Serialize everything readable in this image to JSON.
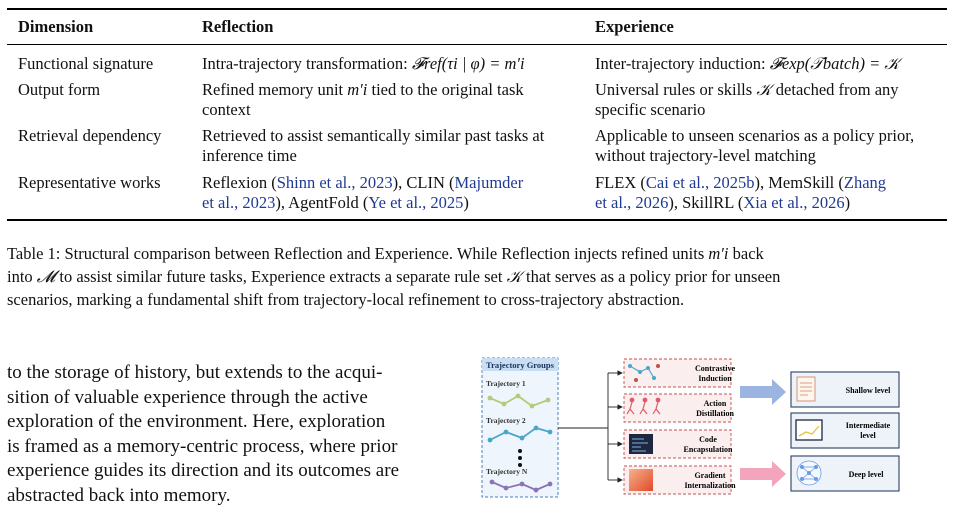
{
  "table": {
    "headers": [
      "Dimension",
      "Reflection",
      "Experience"
    ],
    "rows": [
      {
        "dimension": "Functional signature",
        "reflection_pre": "Intra-trajectory transformation: ",
        "reflection_formula": "𝓕ref(τi | φ) = m′i",
        "experience_pre": "Inter-trajectory induction: ",
        "experience_formula": "𝓕exp(𝒯batch) = 𝒦"
      },
      {
        "dimension": "Output form",
        "reflection_line1_a": "Refined memory unit ",
        "reflection_line1_m": "m′i",
        "reflection_line1_b": " tied to the original task",
        "reflection_line2": "context",
        "experience_line1_a": "Universal rules or skills ",
        "experience_line1_m": "𝒦",
        "experience_line1_b": " detached from any",
        "experience_line2": "specific scenario"
      },
      {
        "dimension": "Retrieval dependency",
        "reflection_line1": "Retrieved to assist semantically similar past tasks at",
        "reflection_line2": "inference time",
        "experience_line1": "Applicable to unseen scenarios as a policy prior,",
        "experience_line2": "without trajectory-level matching"
      },
      {
        "dimension": "Representative works",
        "r1_a": "Reflexion (",
        "r1_c1": "Shinn et al., 2023",
        "r1_b": "), CLIN (",
        "r1_c2": "Majumder",
        "r2_c2": "et al., 2023",
        "r2_a": "), AgentFold (",
        "r2_c3": "Ye et al., 2025",
        "r2_b": ")",
        "e1_a": "FLEX (",
        "e1_c1": "Cai et al., 2025b",
        "e1_b": "), MemSkill (",
        "e1_c2": "Zhang",
        "e2_c2": "et al., 2026",
        "e2_a": "), SkillRL (",
        "e2_c3": "Xia et al., 2026",
        "e2_b": ")"
      }
    ]
  },
  "caption": {
    "l1_a": "Table 1: Structural comparison between Reflection and Experience. While Reflection injects refined units ",
    "l1_m": "m′i",
    "l1_b": " back",
    "l2_a": "into ",
    "l2_m": "𝓜",
    "l2_b": " to assist similar future tasks, Experience extracts a separate rule set ",
    "l2_m2": "𝒦",
    "l2_c": " that serves as a policy prior for unseen",
    "l3": "scenarios, marking a fundamental shift from trajectory-local refinement to cross-trajectory abstraction."
  },
  "body_lines": [
    "to the storage of history, but extends to the acqui-",
    "sition of valuable experience through the active",
    "exploration of the environment. Here, exploration",
    "is framed as a memory-centric process, where prior",
    "experience guides its direction and its outcomes are",
    "abstracted back into memory."
  ],
  "figure": {
    "groups_title": "Trajectory Groups",
    "trajectories": [
      "Trajectory 1",
      "Trajectory 2",
      "Trajectory N"
    ],
    "methods": [
      {
        "l1": "Contrastive",
        "l2": "Induction"
      },
      {
        "l1": "Action",
        "l2": "Distillation"
      },
      {
        "l1": "Code",
        "l2": "Encapsulation"
      },
      {
        "l1": "Gradient",
        "l2": "Internalization"
      }
    ],
    "levels": [
      {
        "l1": "Shallow level",
        "l2": ""
      },
      {
        "l1": "Intermediate",
        "l2": "level"
      },
      {
        "l1": "Deep level",
        "l2": ""
      }
    ],
    "colors": {
      "groups_bg": "#eef5fc",
      "groups_border": "#4a7fc1",
      "method_bg": "#fbeeee",
      "method_border": "#c0504d",
      "level_bg": "#eef3f9",
      "level_border": "#2b3f66",
      "arrow_blue": "#9bb5e0",
      "arrow_pink": "#f2a5bd",
      "traj1": "#b7c97a",
      "traj2": "#4aa7c9",
      "trajN": "#8e72b8"
    }
  }
}
